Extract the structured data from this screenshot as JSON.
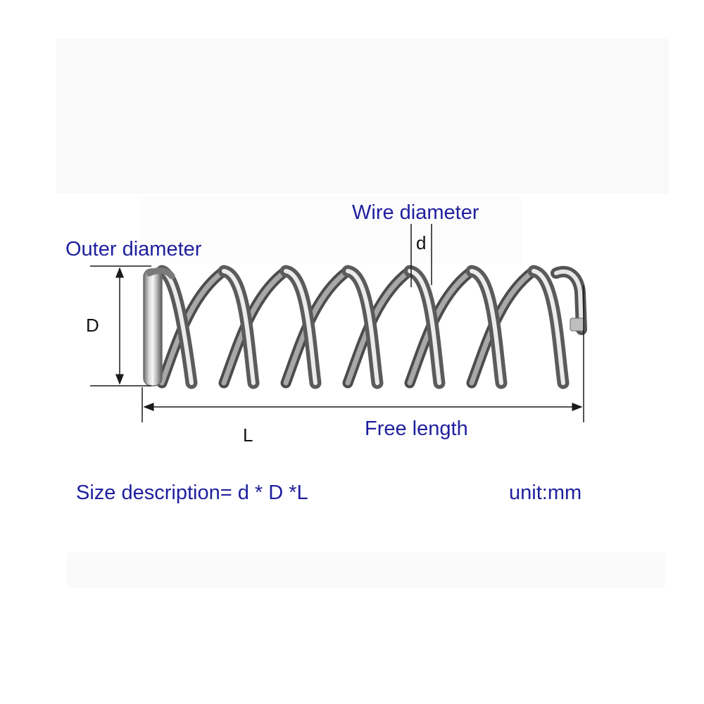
{
  "labels": {
    "wire_diameter": "Wire diameter",
    "outer_diameter": "Outer diameter",
    "free_length": "Free length",
    "symbol_wire": "d",
    "symbol_outer": "D",
    "symbol_length": "L"
  },
  "footer": {
    "size_description": "Size description= d *  D  *L",
    "unit": "unit:mm"
  },
  "colors": {
    "text_blue": "#1f1f9e",
    "dimension_line": "#1a1a1a",
    "spring_steel_light": "#f4f4f4",
    "spring_steel_dark": "#5a5a5a"
  },
  "icons": [
    "compression-spring-illustration",
    "dimension-arrow-icon"
  ]
}
